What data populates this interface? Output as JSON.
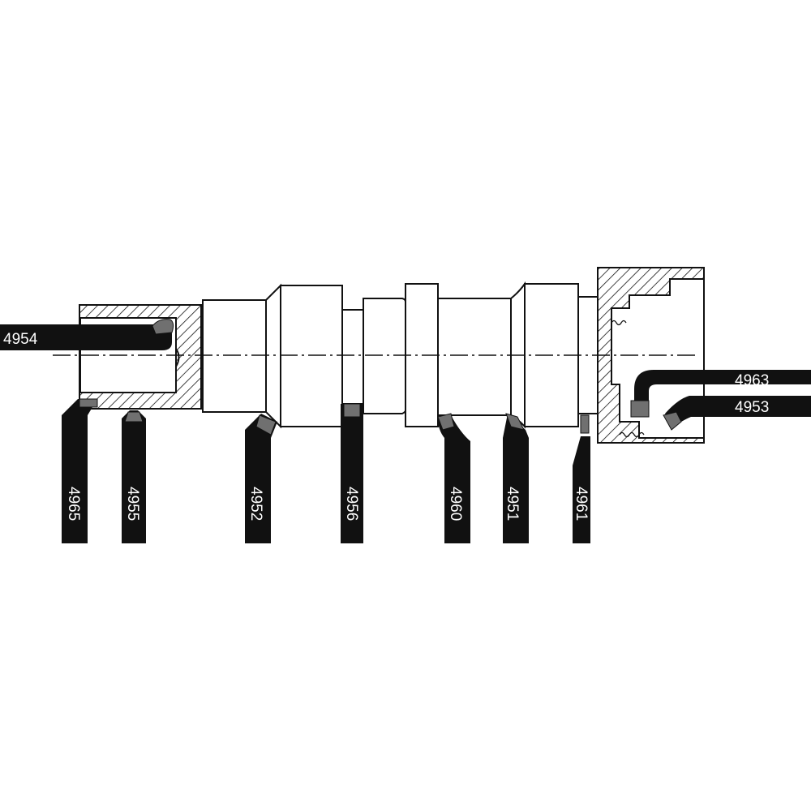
{
  "figure": {
    "type": "turning-tool-application-diagram",
    "colors": {
      "background": "#ffffff",
      "tool_shank": "#111111",
      "carbide_tip": "#707070",
      "outline": "#111111",
      "label_text": "#ffffff"
    }
  },
  "tools": [
    {
      "id": "4954",
      "label": "4954"
    },
    {
      "id": "4963",
      "label": "4963"
    },
    {
      "id": "4953",
      "label": "4953"
    },
    {
      "id": "4965",
      "label": "4965"
    },
    {
      "id": "4955",
      "label": "4955"
    },
    {
      "id": "4952",
      "label": "4952"
    },
    {
      "id": "4956",
      "label": "4956"
    },
    {
      "id": "4960",
      "label": "4960"
    },
    {
      "id": "4951",
      "label": "4951"
    },
    {
      "id": "4961",
      "label": "4961"
    }
  ]
}
